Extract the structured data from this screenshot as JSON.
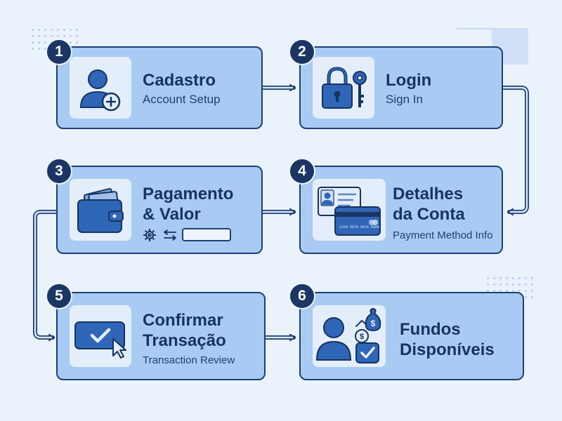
{
  "steps": [
    {
      "number": "1",
      "title": "Cadastro",
      "subtitle": "Account Setup",
      "icon": "user-add-icon"
    },
    {
      "number": "2",
      "title": "Login",
      "subtitle": "Sign In",
      "icon": "padlock-key-icon"
    },
    {
      "number": "3",
      "title_line1": "Pagamento",
      "title_line2": "& Valor",
      "subtitle": "",
      "icon": "wallet-icon"
    },
    {
      "number": "4",
      "title_line1": "Detalhes",
      "title_line2": "da Conta",
      "subtitle": "Payment Method Info",
      "icon": "id-card-credit-card-icon"
    },
    {
      "number": "5",
      "title_line1": "Confirmar",
      "title_line2": "Transação",
      "subtitle": "Transaction Review",
      "icon": "confirm-screen-icon"
    },
    {
      "number": "6",
      "title_line1": "Fundos",
      "title_line2": "Disponíveis",
      "subtitle": "",
      "icon": "user-money-check-icon"
    }
  ],
  "card_card_numbers": "1234 5678 9876 8800",
  "colors": {
    "background": "#eaf2fc",
    "card_fill": "#a9cbf3",
    "card_border": "#1e3f72",
    "icon_blue": "#2f66b8",
    "badge": "#1b3664"
  }
}
